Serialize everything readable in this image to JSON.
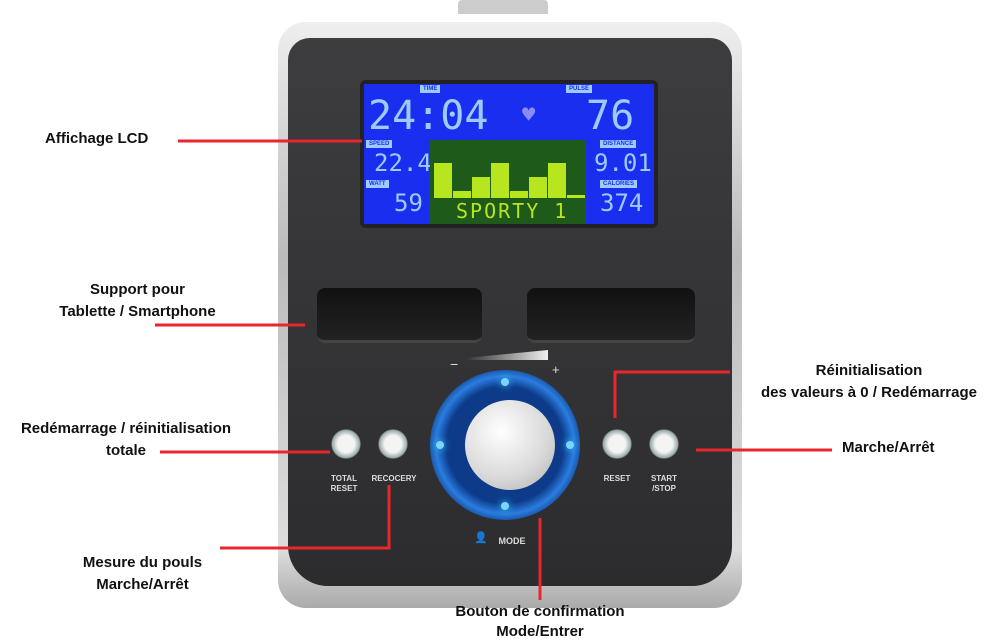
{
  "lcd": {
    "time_tag": "TIME",
    "time": "24:04",
    "pulse_tag": "PULSE",
    "pulse": "76",
    "speed_tag": "SPEED",
    "speed": "22.4",
    "watt_tag": "WATT",
    "watt": "59",
    "distance_tag": "DISTANCE",
    "distance": "9.01",
    "calories_tag": "CALORIES",
    "calories": "374",
    "program": "SPORTY 1",
    "program_bars": [
      5,
      1,
      3,
      5,
      1,
      3,
      5,
      0.5
    ]
  },
  "console": {
    "minus": "−",
    "plus": "+",
    "total_reset": "TOTAL RESET",
    "recovery": "RECOCERY",
    "reset": "RESET",
    "start_stop": "START /STOP",
    "mode": "MODE"
  },
  "callouts": {
    "lcd": "Affichage LCD",
    "holder_1": "Support pour",
    "holder_2": "Tablette / Smartphone",
    "total_reset_1": "Redémarrage / réinitialisation",
    "total_reset_2": "totale",
    "pulse_1": "Mesure du pouls",
    "pulse_2": "Marche/Arrêt",
    "knob_1": "Bouton de confirmation",
    "knob_2": "Mode/Entrer",
    "reset_1": "Réinitialisation",
    "reset_2": "des valeurs à 0 / Redémarrage",
    "startstop": "Marche/Arrêt"
  },
  "colors": {
    "callout_line": "#e8262b",
    "lcd_bg": "#1a2ef0",
    "lcd_segment": "#9ecbff",
    "dot_matrix": "#b8e61e"
  }
}
